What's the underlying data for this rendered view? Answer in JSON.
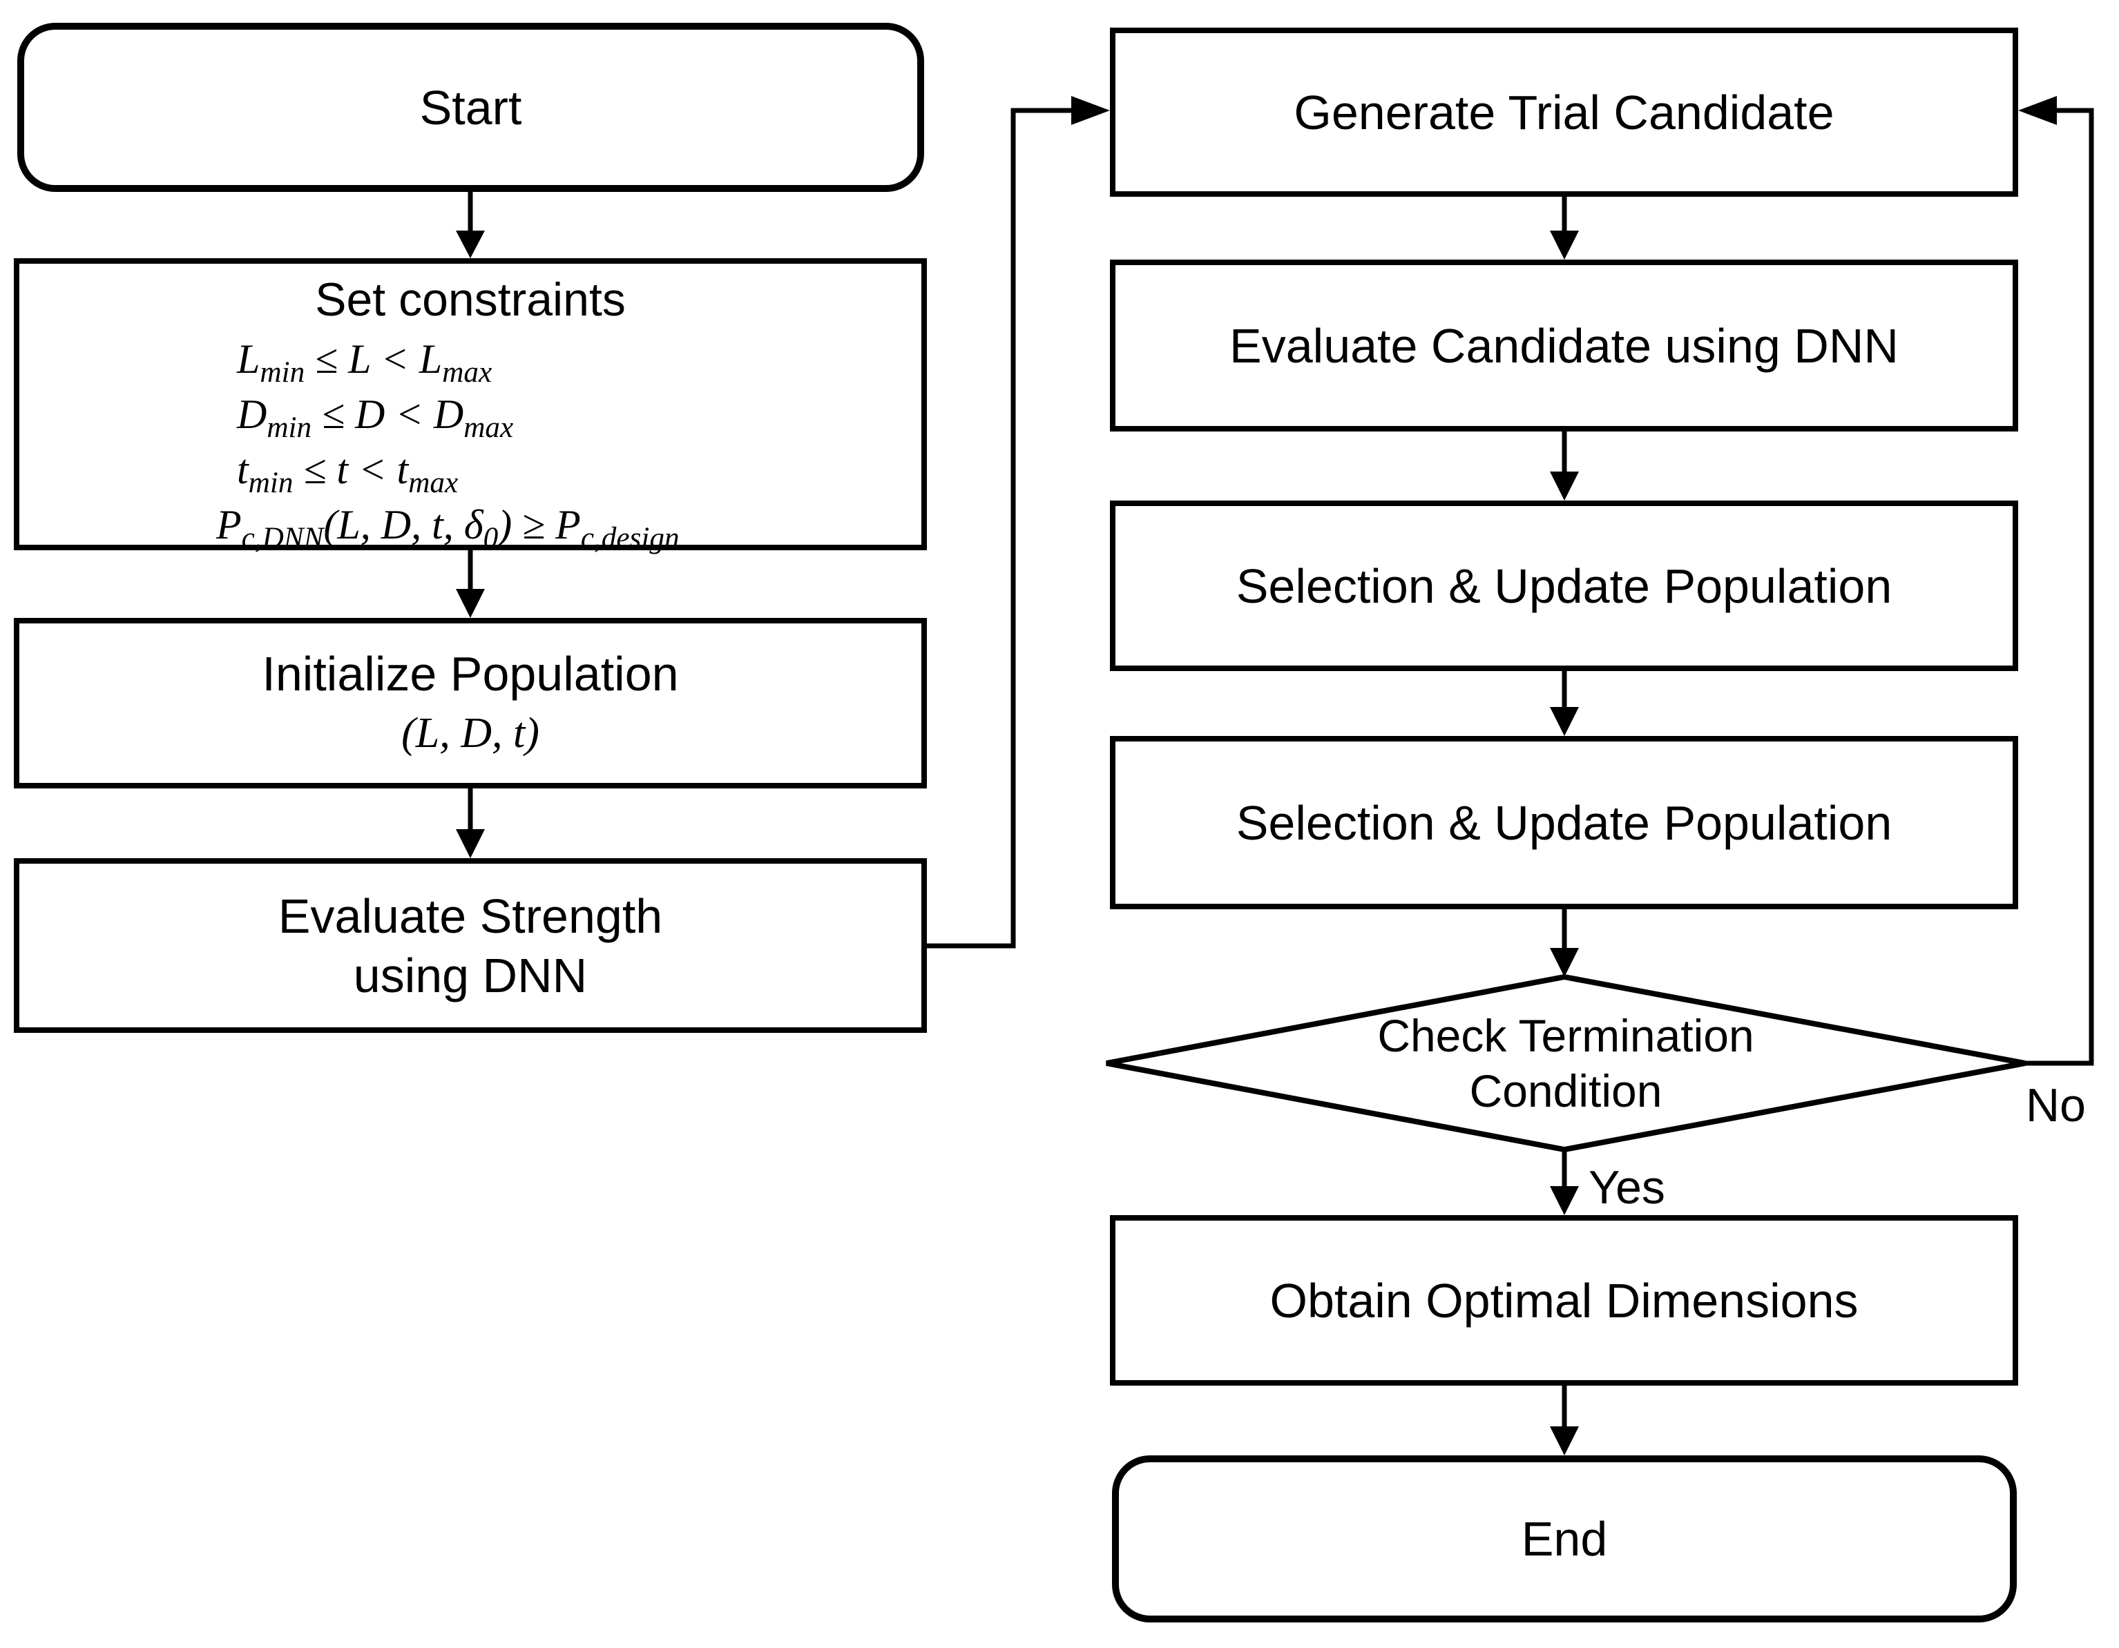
{
  "diagram": {
    "type": "flowchart",
    "colors": {
      "stroke": "#000000",
      "background": "#ffffff",
      "text": "#000000"
    },
    "nodes": {
      "start": {
        "label": "Start",
        "shape": "rounded"
      },
      "constraints": {
        "shape": "rect",
        "title": "Set constraints",
        "equations": [
          "L_{min} ≤ L < L_{max}",
          "D_{min} ≤ D < D_{max}",
          "t_{min} ≤ t < t_{max}",
          "P_{c,DNN}(L, D, t, δ_{0}) ≥ P_{c,design}"
        ]
      },
      "initialize": {
        "shape": "rect",
        "line1": "Initialize Population",
        "line2": "(L, D, t)"
      },
      "evaluate_strength": {
        "shape": "rect",
        "line1": "Evaluate Strength",
        "line2": "using DNN"
      },
      "generate": {
        "shape": "rect",
        "label": "Generate Trial Candidate"
      },
      "evaluate_candidate": {
        "shape": "rect",
        "label": "Evaluate Candidate using DNN"
      },
      "selection1": {
        "shape": "rect",
        "label": "Selection & Update Population"
      },
      "selection2": {
        "shape": "rect",
        "label": "Selection & Update Population"
      },
      "termination": {
        "shape": "diamond",
        "line1": "Check Termination",
        "line2": "Condition"
      },
      "obtain": {
        "shape": "rect",
        "label": "Obtain Optimal Dimensions"
      },
      "end": {
        "label": "End",
        "shape": "rounded"
      }
    },
    "edge_labels": {
      "yes": "Yes",
      "no": "No"
    }
  }
}
